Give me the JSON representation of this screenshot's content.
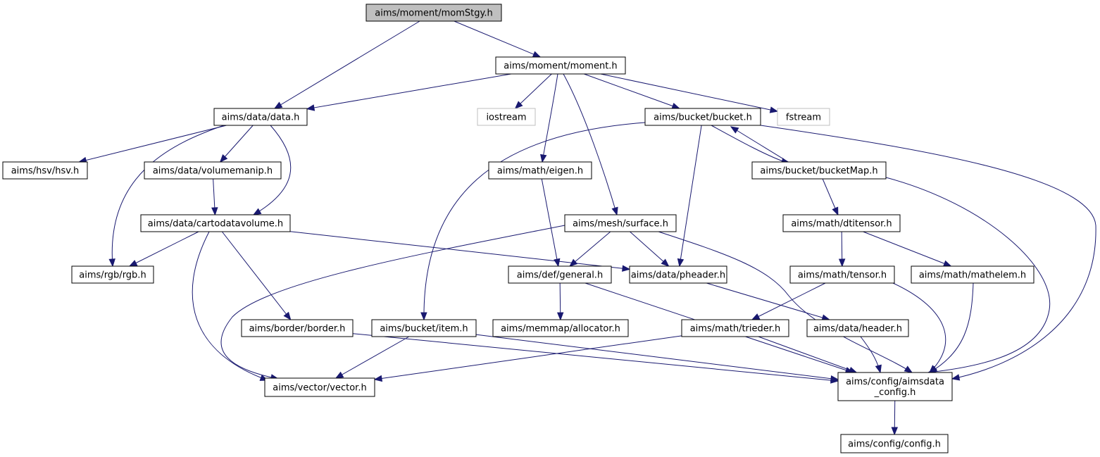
{
  "graph": {
    "nodes": [
      {
        "id": "momstgy",
        "lines": [
          "aims/moment/momStgy.h"
        ],
        "kind": "root"
      },
      {
        "id": "moment",
        "lines": [
          "aims/moment/moment.h"
        ],
        "kind": "normal"
      },
      {
        "id": "data",
        "lines": [
          "aims/data/data.h"
        ],
        "kind": "normal"
      },
      {
        "id": "iostream",
        "lines": [
          "iostream"
        ],
        "kind": "external"
      },
      {
        "id": "bucket",
        "lines": [
          "aims/bucket/bucket.h"
        ],
        "kind": "normal"
      },
      {
        "id": "fstream",
        "lines": [
          "fstream"
        ],
        "kind": "external"
      },
      {
        "id": "hsv",
        "lines": [
          "aims/hsv/hsv.h"
        ],
        "kind": "normal"
      },
      {
        "id": "volumemanip",
        "lines": [
          "aims/data/volumemanip.h"
        ],
        "kind": "normal"
      },
      {
        "id": "eigen",
        "lines": [
          "aims/math/eigen.h"
        ],
        "kind": "normal"
      },
      {
        "id": "bucketmap",
        "lines": [
          "aims/bucket/bucketMap.h"
        ],
        "kind": "normal"
      },
      {
        "id": "cartodatavolume",
        "lines": [
          "aims/data/cartodatavolume.h"
        ],
        "kind": "normal"
      },
      {
        "id": "surface",
        "lines": [
          "aims/mesh/surface.h"
        ],
        "kind": "normal"
      },
      {
        "id": "dtitensor",
        "lines": [
          "aims/math/dtitensor.h"
        ],
        "kind": "normal"
      },
      {
        "id": "rgb",
        "lines": [
          "aims/rgb/rgb.h"
        ],
        "kind": "normal"
      },
      {
        "id": "general",
        "lines": [
          "aims/def/general.h"
        ],
        "kind": "normal"
      },
      {
        "id": "pheader",
        "lines": [
          "aims/data/pheader.h"
        ],
        "kind": "normal"
      },
      {
        "id": "tensor",
        "lines": [
          "aims/math/tensor.h"
        ],
        "kind": "normal"
      },
      {
        "id": "mathelem",
        "lines": [
          "aims/math/mathelem.h"
        ],
        "kind": "normal"
      },
      {
        "id": "border",
        "lines": [
          "aims/border/border.h"
        ],
        "kind": "normal"
      },
      {
        "id": "item",
        "lines": [
          "aims/bucket/item.h"
        ],
        "kind": "normal"
      },
      {
        "id": "allocator",
        "lines": [
          "aims/memmap/allocator.h"
        ],
        "kind": "normal"
      },
      {
        "id": "trieder",
        "lines": [
          "aims/math/trieder.h"
        ],
        "kind": "normal"
      },
      {
        "id": "header",
        "lines": [
          "aims/data/header.h"
        ],
        "kind": "normal"
      },
      {
        "id": "vector",
        "lines": [
          "aims/vector/vector.h"
        ],
        "kind": "normal"
      },
      {
        "id": "aimsdataconfig",
        "lines": [
          "aims/config/aimsdata",
          "_config.h"
        ],
        "kind": "normal"
      },
      {
        "id": "config",
        "lines": [
          "aims/config/config.h"
        ],
        "kind": "normal"
      }
    ],
    "edges": [
      {
        "from": "momstgy",
        "to": "data"
      },
      {
        "from": "momstgy",
        "to": "moment"
      },
      {
        "from": "moment",
        "to": "data"
      },
      {
        "from": "moment",
        "to": "iostream"
      },
      {
        "from": "moment",
        "to": "bucket"
      },
      {
        "from": "moment",
        "to": "fstream"
      },
      {
        "from": "moment",
        "to": "eigen"
      },
      {
        "from": "moment",
        "to": "surface"
      },
      {
        "from": "data",
        "to": "hsv"
      },
      {
        "from": "data",
        "to": "volumemanip"
      },
      {
        "from": "data",
        "to": "rgb"
      },
      {
        "from": "data",
        "to": "cartodatavolume"
      },
      {
        "from": "volumemanip",
        "to": "cartodatavolume"
      },
      {
        "from": "cartodatavolume",
        "to": "rgb"
      },
      {
        "from": "cartodatavolume",
        "to": "pheader"
      },
      {
        "from": "cartodatavolume",
        "to": "border"
      },
      {
        "from": "cartodatavolume",
        "to": "vector"
      },
      {
        "from": "bucket",
        "to": "item"
      },
      {
        "from": "bucket",
        "to": "bucketmap"
      },
      {
        "from": "bucket",
        "to": "pheader"
      },
      {
        "from": "bucket",
        "to": "aimsdataconfig"
      },
      {
        "from": "bucketmap",
        "to": "bucket"
      },
      {
        "from": "bucketmap",
        "to": "dtitensor"
      },
      {
        "from": "bucketmap",
        "to": "aimsdataconfig"
      },
      {
        "from": "eigen",
        "to": "general"
      },
      {
        "from": "surface",
        "to": "vector"
      },
      {
        "from": "surface",
        "to": "general"
      },
      {
        "from": "surface",
        "to": "pheader"
      },
      {
        "from": "surface",
        "to": "aimsdataconfig"
      },
      {
        "from": "dtitensor",
        "to": "tensor"
      },
      {
        "from": "dtitensor",
        "to": "mathelem"
      },
      {
        "from": "tensor",
        "to": "trieder"
      },
      {
        "from": "tensor",
        "to": "aimsdataconfig"
      },
      {
        "from": "mathelem",
        "to": "aimsdataconfig"
      },
      {
        "from": "general",
        "to": "allocator"
      },
      {
        "from": "general",
        "to": "aimsdataconfig"
      },
      {
        "from": "pheader",
        "to": "header"
      },
      {
        "from": "header",
        "to": "aimsdataconfig"
      },
      {
        "from": "trieder",
        "to": "vector"
      },
      {
        "from": "trieder",
        "to": "aimsdataconfig"
      },
      {
        "from": "border",
        "to": "aimsdataconfig"
      },
      {
        "from": "item",
        "to": "vector"
      },
      {
        "from": "item",
        "to": "aimsdataconfig"
      },
      {
        "from": "aimsdataconfig",
        "to": "config"
      }
    ]
  },
  "colors": {
    "edge": "#191970",
    "node_border": "#000000",
    "root_fill": "#bfbfbf",
    "external_border": "#bfbfbf",
    "background": "#ffffff"
  }
}
